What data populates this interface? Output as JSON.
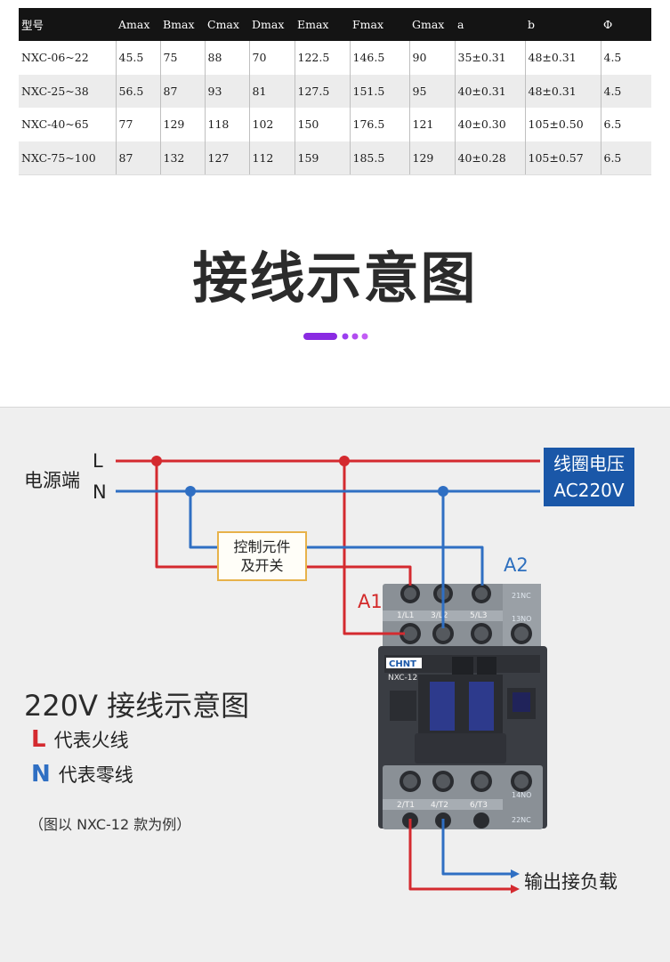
{
  "spec_table": {
    "headers": [
      "型号",
      "Amax",
      "Bmax",
      "Cmax",
      "Dmax",
      "Emax",
      "Fmax",
      "Gmax",
      "a",
      "b",
      "Φ"
    ],
    "rows": [
      [
        "NXC-06~22",
        "45.5",
        "75",
        "88",
        "70",
        "122.5",
        "146.5",
        "90",
        "35±0.31",
        "48±0.31",
        "4.5"
      ],
      [
        "NXC-25~38",
        "56.5",
        "87",
        "93",
        "81",
        "127.5",
        "151.5",
        "95",
        "40±0.31",
        "48±0.31",
        "4.5"
      ],
      [
        "NXC-40~65",
        "77",
        "129",
        "118",
        "102",
        "150",
        "176.5",
        "121",
        "40±0.30",
        "105±0.50",
        "6.5"
      ],
      [
        "NXC-75~100",
        "87",
        "132",
        "127",
        "112",
        "159",
        "185.5",
        "129",
        "40±0.28",
        "105±0.57",
        "6.5"
      ]
    ]
  },
  "section_title": "接线示意图",
  "colors": {
    "live_wire": "#d42a2f",
    "neutral_wire": "#2f6fc3",
    "accent_divider": "#8a2be2",
    "coil_box": "#1a57a8",
    "switch_box_border": "#e7b24a"
  },
  "diagram": {
    "source_label": "电源端",
    "line_L": "L",
    "line_N": "N",
    "coil_voltage": {
      "line1": "线圈电压",
      "line2": "AC220V"
    },
    "switch_box": {
      "line1": "控制元件",
      "line2": "及开关"
    },
    "terminal_A1": "A1",
    "terminal_A2": "A2",
    "output_label": "输出接负载",
    "legend": {
      "title": "220V 接线示意图",
      "L_key": "L",
      "L_text": "代表火线",
      "N_key": "N",
      "N_text": "代表零线",
      "note": "（图以 NXC-12 款为例）"
    },
    "device": {
      "brand": "CHNT",
      "model": "NXC-12",
      "top_terminals": [
        "1/L1",
        "3/L2",
        "5/L3"
      ],
      "bottom_terminals": [
        "2/T1",
        "4/T2",
        "6/T3"
      ],
      "aux_top": [
        "21NC",
        "13NO"
      ],
      "aux_bottom": [
        "14NO",
        "22NC"
      ]
    }
  }
}
